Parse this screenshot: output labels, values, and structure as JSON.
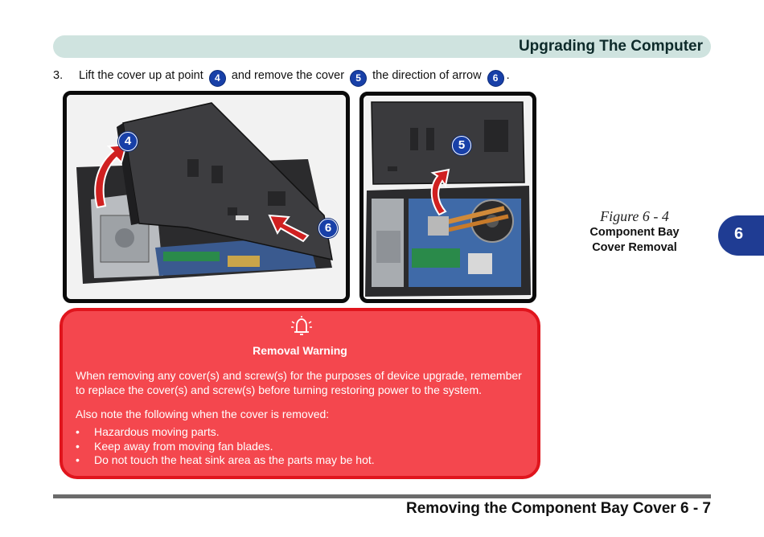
{
  "header": {
    "title": "Upgrading The Computer"
  },
  "step": {
    "number": "3.",
    "text_a": "Lift the cover up at point",
    "badge_a": "4",
    "text_b": "and remove the cover",
    "badge_b": "5",
    "text_c": "the direction of arrow",
    "badge_c": "6",
    "text_d": "."
  },
  "photos": {
    "left": {
      "badge_top": "4",
      "badge_bottom": "6"
    },
    "right": {
      "badge": "5"
    }
  },
  "figure": {
    "label": "Figure 6 - 4",
    "caption_line1": "Component Bay",
    "caption_line2": "Cover Removal"
  },
  "chapter_tab": "6",
  "warning": {
    "title": "Removal Warning",
    "paragraph1": "When removing any cover(s) and screw(s) for the purposes of device upgrade, remember to replace the cover(s) and screw(s) before turning restoring power to the system.",
    "paragraph2": "Also note the following when the cover is removed:",
    "items": [
      "Hazardous moving parts.",
      "Keep away from moving fan blades.",
      "Do not touch the heat sink area as the parts may be hot."
    ],
    "bullet": "•"
  },
  "footer": {
    "title": "Removing the Component Bay Cover  6  -  7"
  },
  "colors": {
    "header_bar": "#cfe3df",
    "badge": "#1840a8",
    "warning_bg": "#f4474e",
    "warning_border": "#e0151d",
    "tab": "#1f3c93"
  }
}
